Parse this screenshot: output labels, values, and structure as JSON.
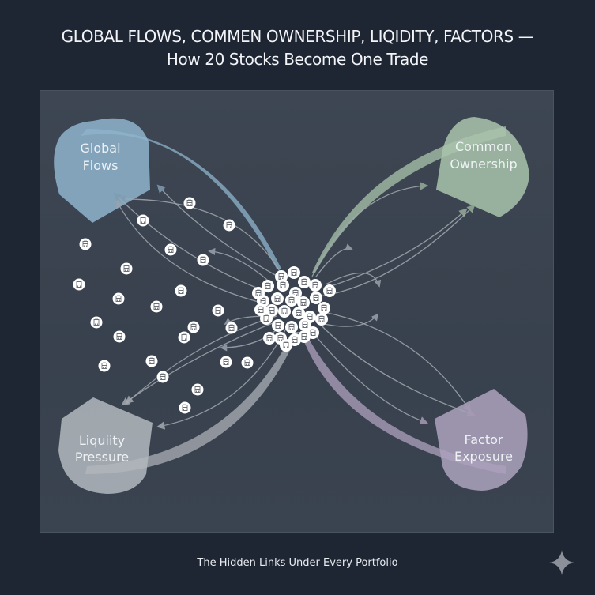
{
  "title": {
    "line1": "GLOBAL FLOWS, COMMEN OWNERSHIP, LIQIDITY, FACTORS —",
    "line2": "How 20 Stocks Become One Trade"
  },
  "subtitle": "The Hidden Links Under Every Portfolio",
  "hubs": [
    {
      "id": "global-flows",
      "line1": "Global",
      "line2": "Flows",
      "color": "#8fb4cc",
      "position": "top-left"
    },
    {
      "id": "common-ownership",
      "line1": "Common",
      "line2": "Ownership",
      "color": "#a9c4ac",
      "position": "top-right"
    },
    {
      "id": "liquidity-pressure",
      "line1": "Liquiity",
      "line2": "Pressure",
      "color": "#b3b8be",
      "position": "bottom-left"
    },
    {
      "id": "factor-exposure",
      "line1": "Factor",
      "line2": "Exposure",
      "color": "#ada2bd",
      "position": "bottom-right"
    }
  ],
  "stock_node_icon": "stock-glyph-icon",
  "center_cluster_label": "stock cluster",
  "watermark_icon": "sparkle-icon",
  "colors": {
    "background": "#1f2633",
    "panel": "#3b4450",
    "node_fill": "#ffffff",
    "link": "#9aa3ad"
  }
}
